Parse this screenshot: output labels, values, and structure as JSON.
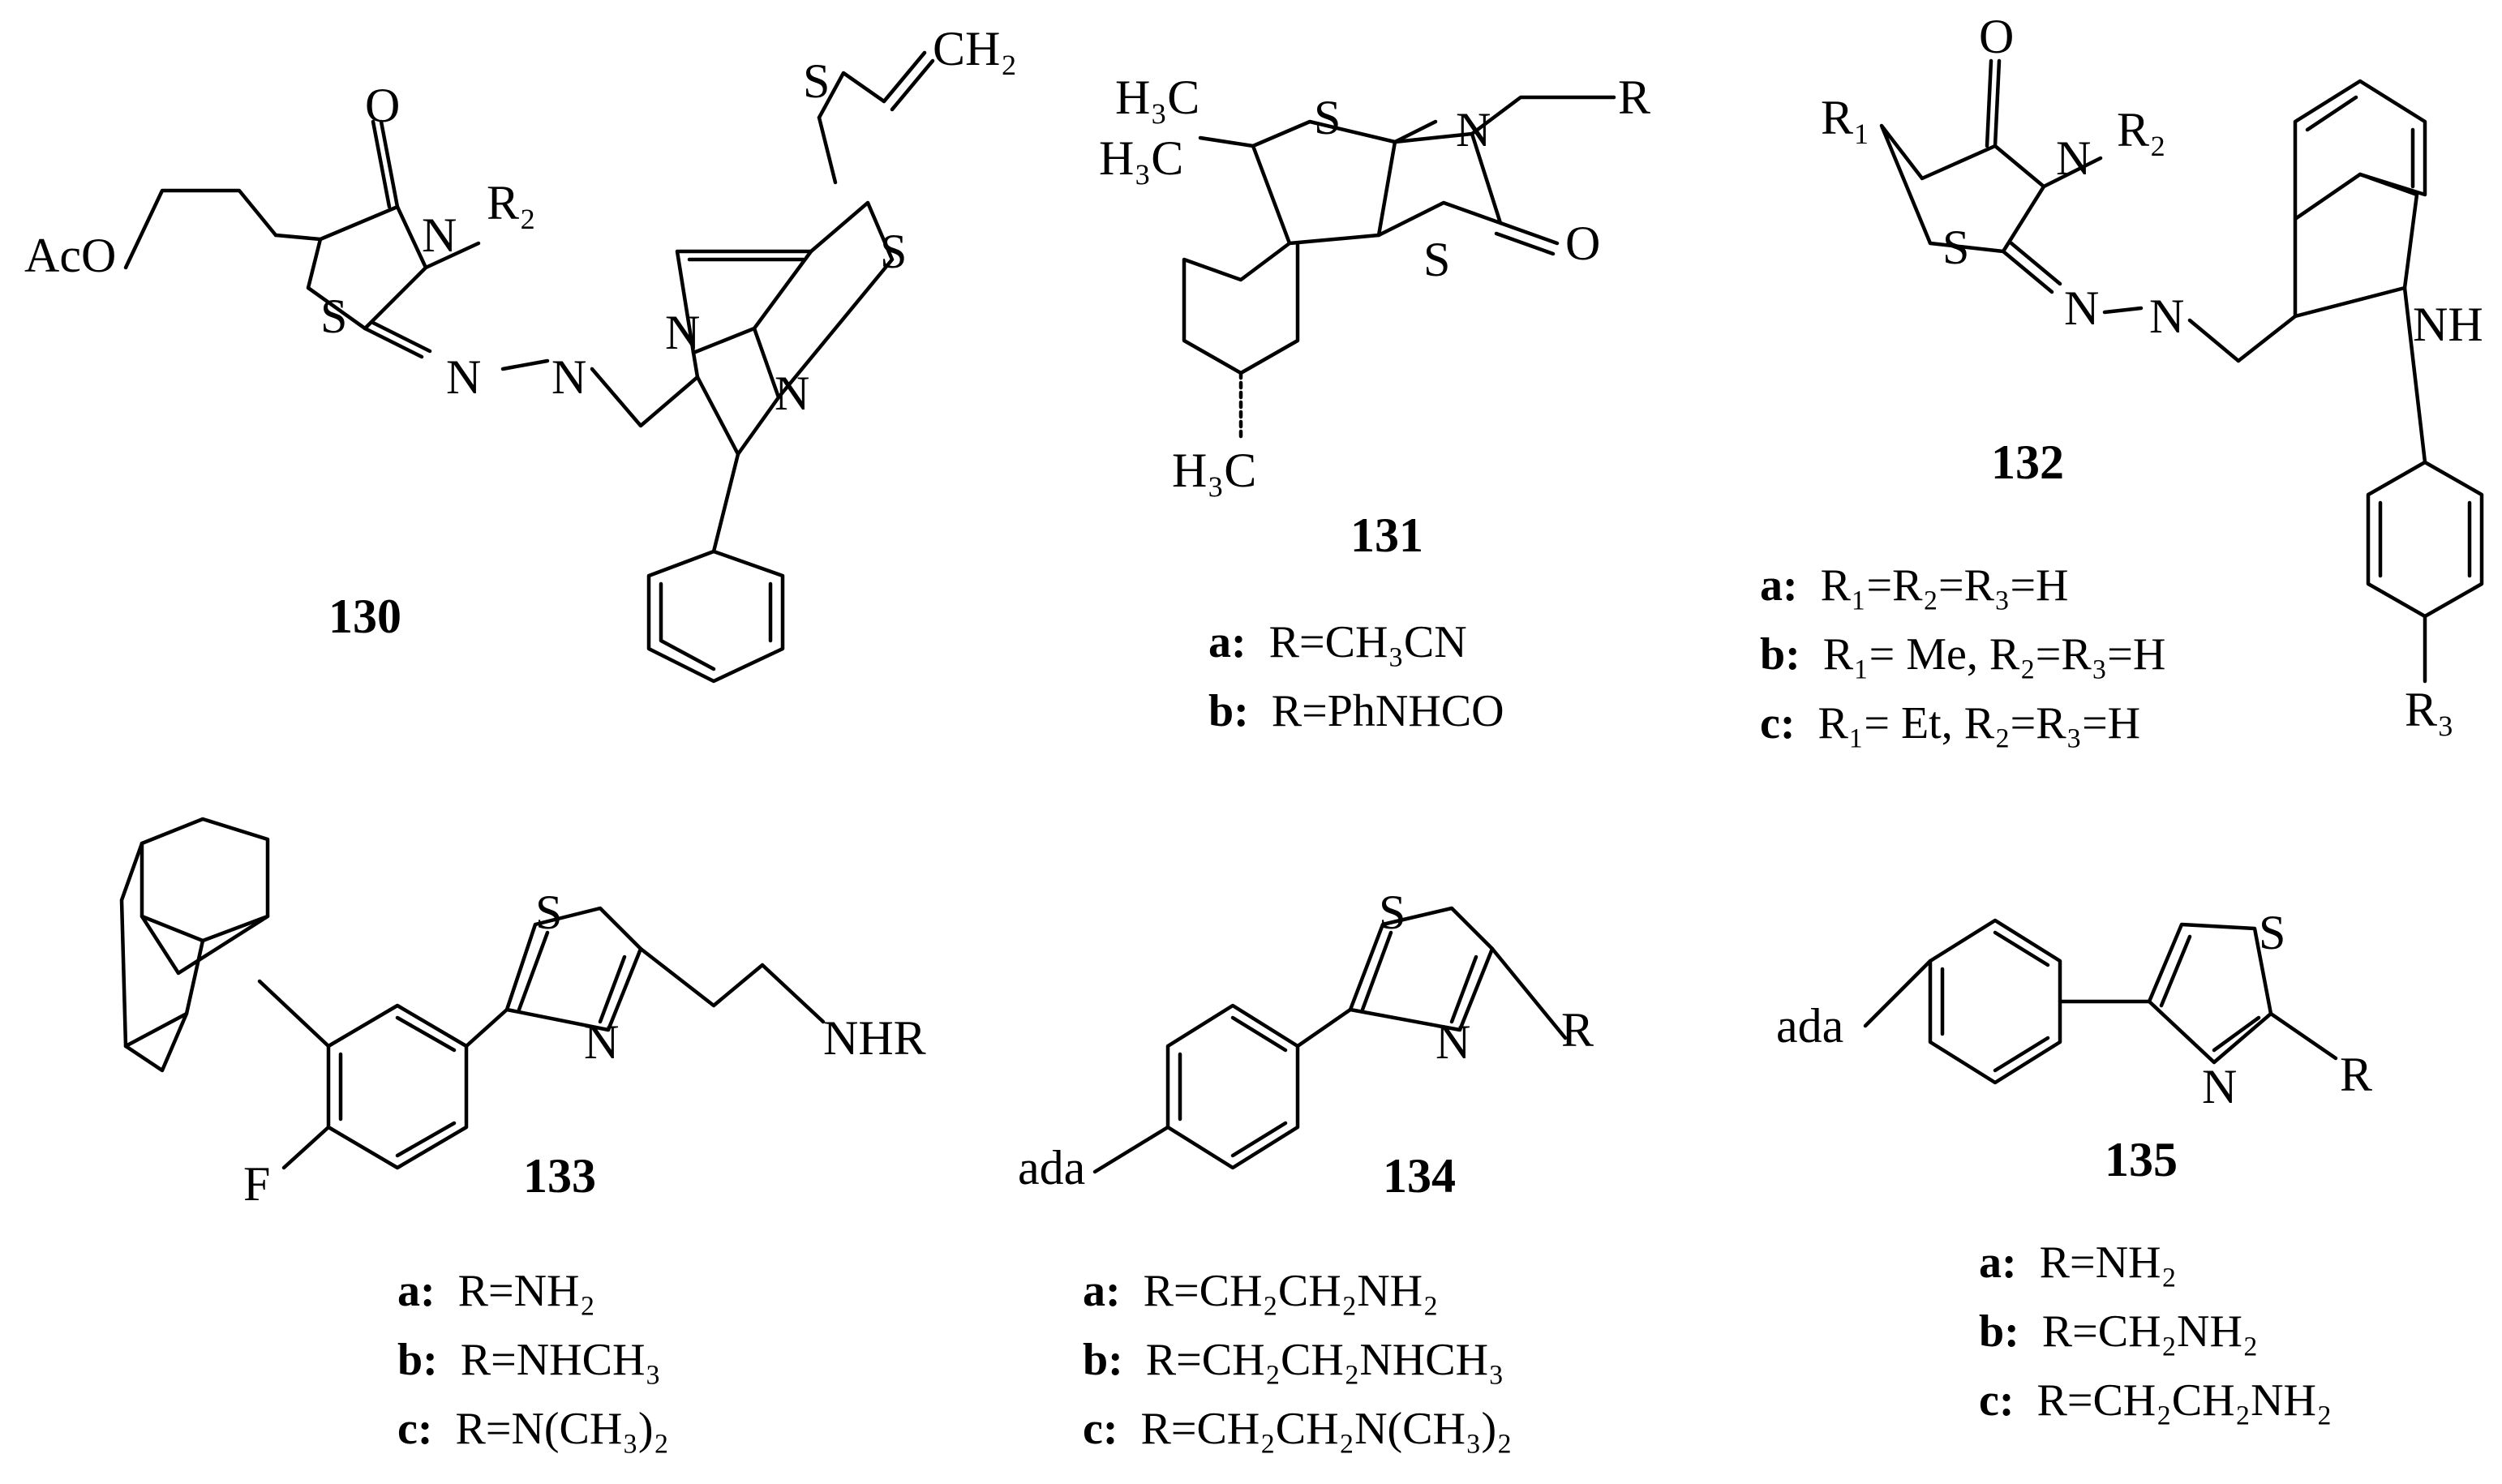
{
  "compounds": [
    {
      "number": "130",
      "variants": []
    },
    {
      "number": "131",
      "variants": [
        {
          "letter": "a:",
          "text": "R=CH₃CN"
        },
        {
          "letter": "b:",
          "text": "R=PhNHCO"
        }
      ]
    },
    {
      "number": "132",
      "variants": [
        {
          "letter": "a:",
          "text": "R₁=R₂=R₃=H"
        },
        {
          "letter": "b:",
          "text": "R₁= Me, R₂=R₃=H"
        },
        {
          "letter": "c:",
          "text": "R₁= Et,   R₂=R₃=H"
        }
      ]
    },
    {
      "number": "133",
      "variants": [
        {
          "letter": "a:",
          "text": "R=NH₂"
        },
        {
          "letter": "b:",
          "text": "R=NHCH₃"
        },
        {
          "letter": "c:",
          "text": "R=N(CH₃)₂"
        }
      ]
    },
    {
      "number": "134",
      "variants": [
        {
          "letter": "a:",
          "text": "R=CH₂CH₂NH₂"
        },
        {
          "letter": "b:",
          "text": "R=CH₂CH₂NHCH₃"
        },
        {
          "letter": "c:",
          "text": "R=CH₂CH₂N(CH₃)₂"
        }
      ]
    },
    {
      "number": "135",
      "variants": [
        {
          "letter": "a:",
          "text": "R=NH₂"
        },
        {
          "letter": "b:",
          "text": "R=CH₂NH₂"
        },
        {
          "letter": "c:",
          "text": "R=CH₂CH₂NH₂"
        }
      ]
    }
  ],
  "structure_labels": {
    "s130": {
      "acetoxy": "AcO",
      "oxo": "O",
      "n3": "N",
      "r2": "R₂",
      "s1": "S",
      "n_imine1": "N",
      "n_imine2": "N",
      "s_ring": "S",
      "n_ring1": "N",
      "n_ring2": "N",
      "s_allyl": "S",
      "ch2": "CH₂"
    },
    "s131": {
      "h3c_1": "H₃C",
      "h3c_2": "H₃C",
      "s_ring": "S",
      "n": "N",
      "r": "R",
      "s_thz": "S",
      "o": "O",
      "h3c_3": "H₃C"
    },
    "s132": {
      "r1": "R₁",
      "oxo": "O",
      "n": "N",
      "r2": "R₂",
      "s": "S",
      "n_imine1": "N",
      "n_imine2": "N",
      "nh": "NH",
      "r3": "R₃"
    },
    "s133": {
      "s": "S",
      "n": "N",
      "nhr": "NHR",
      "f": "F"
    },
    "s134": {
      "s": "S",
      "n": "N",
      "r": "R",
      "ada": "ada"
    },
    "s135": {
      "ada": "ada",
      "s": "S",
      "n": "N",
      "r": "R"
    }
  }
}
